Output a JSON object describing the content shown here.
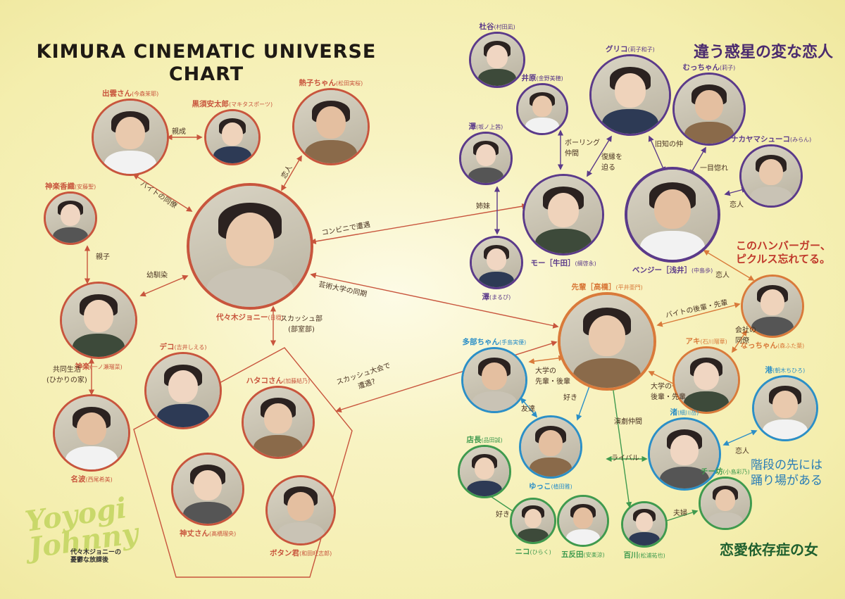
{
  "title": {
    "line1": "KIMURA CINEMATIC UNIVERSE",
    "line2": "CHART"
  },
  "logos": {
    "chigau": "違う惑星の変な恋人",
    "hamburger_l1": "このハンバーガー、",
    "hamburger_l2": "ピクルス忘れてる。",
    "kaidan_l1": "階段の先には",
    "kaidan_l2": "踊り場がある",
    "renai": "恋愛依存症の女",
    "yoyogi_l1": "Yoyogi",
    "yoyogi_l2": "Johnny",
    "yoyogi_sub1": "代々木ジョニーの",
    "yoyogi_sub2": "憂鬱な放課後"
  },
  "colors": {
    "red": "#c8553d",
    "purple": "#5b3a8a",
    "blue": "#2b8fc7",
    "green": "#3f9a4e",
    "orange": "#d97a3a"
  },
  "characters": {
    "izumo": {
      "name": "出雲さん",
      "actor": "(今森茉耶)"
    },
    "kurusu": {
      "name": "黒須安太郎",
      "actor": "(マキタスポーツ)"
    },
    "nekoko": {
      "name": "熱子ちゃん",
      "actor": "(松田実桜)"
    },
    "kagura_mother": {
      "name": "神楽香織",
      "actor": "(安藤聖)"
    },
    "johnny": {
      "name": "代々木ジョニー",
      "actor": "(日穏)"
    },
    "kagura": {
      "name": "神楽",
      "actor": "(一ノ瀬瑠菜)"
    },
    "nami": {
      "name": "名波",
      "actor": "(西尾希美)"
    },
    "deko": {
      "name": "デコ",
      "actor": "(吉井しえる)"
    },
    "hatako": {
      "name": "ハタコさん",
      "actor": "(加藤結乃)"
    },
    "kamibun": {
      "name": "神丈さん",
      "actor": "(髙橋瑠央)"
    },
    "button": {
      "name": "ボタン君",
      "actor": "(和田旺志郎)"
    },
    "sugitani": {
      "name": "杜谷",
      "actor": "(村田凪)"
    },
    "ihara": {
      "name": "井原",
      "actor": "(金野美穂)"
    },
    "guriko": {
      "name": "グリコ",
      "actor": "(莉子和子)"
    },
    "mucchan": {
      "name": "むっちゃん",
      "actor": "(莉子)"
    },
    "sawa_sister": {
      "name": "澤",
      "actor": "(坂ノ上茜)"
    },
    "nakayama": {
      "name": "ナカヤマシューコ",
      "actor": "(みらん)"
    },
    "mo": {
      "name": "モー［牛田］",
      "actor": "(綱啓永)"
    },
    "benji": {
      "name": "ベンジー［浅井］",
      "actor": "(中島歩)"
    },
    "sawa": {
      "name": "澤",
      "actor": "(まるぴ)"
    },
    "senpai": {
      "name": "先輩［高橋］",
      "actor": "(平井亜門)"
    },
    "nacchan": {
      "name": "なっちゃん",
      "actor": "(森ふた葉)"
    },
    "tabechan": {
      "name": "多部ちゃん",
      "actor": "(手島実優)"
    },
    "aki": {
      "name": "アキ",
      "actor": "(石川瑠華)"
    },
    "minato": {
      "name": "港",
      "actor": "(朝木ちひろ)"
    },
    "tencho": {
      "name": "店長",
      "actor": "(品田誠)"
    },
    "yukko": {
      "name": "ゆっこ",
      "actor": "(植田雅)"
    },
    "nagisa": {
      "name": "渚",
      "actor": "(細川岳)"
    },
    "chibo": {
      "name": "チー坊",
      "actor": "(小島彩乃)"
    },
    "niko": {
      "name": "ニコ",
      "actor": "(ひらく)"
    },
    "gotanda": {
      "name": "五反田",
      "actor": "(安楽涼)"
    },
    "hyakukawa": {
      "name": "百川",
      "actor": "(松浦祐也)"
    }
  },
  "relations": {
    "shinseki": "親成",
    "koibito1": "恋人",
    "baito": "バイトの同僚",
    "oyako": "親子",
    "osananajimi": "幼馴染",
    "squash_l1": "スカッシュ部",
    "squash_l2": "(部室部)",
    "kyodo_l1": "共同生活",
    "kyodo_l2": "(ひかりの家)",
    "konbini": "コンビニで遭遇",
    "geijutsu": "芸術大学の同期",
    "squash_taikai_l1": "スカッシュ大会で",
    "squash_taikai_l2": "遭遇?",
    "shimai": "姉妹",
    "bowling_l1": "ボーリング",
    "bowling_l2": "仲間",
    "fukuen_l1": "復縁を",
    "fukuen_l2": "迫る",
    "kyuchi": "旧知の仲",
    "hitomebore": "一目惚れ",
    "koibito2": "恋人",
    "koibito3": "恋人",
    "baito_kohai": "バイトの後輩・先輩",
    "kaisha_l1": "会社の",
    "kaisha_l2": "同僚",
    "daigaku_l1": "大学の",
    "daigaku_l2": "先輩・後輩",
    "daigaku2_l1": "大学の",
    "daigaku2_l2": "後輩・先輩",
    "suki1": "好き",
    "tomodachi": "友達",
    "engeki": "演劇仲間",
    "rival": "ライバル",
    "koibito4": "恋人",
    "fufu": "夫婦",
    "suki2": "好き"
  }
}
